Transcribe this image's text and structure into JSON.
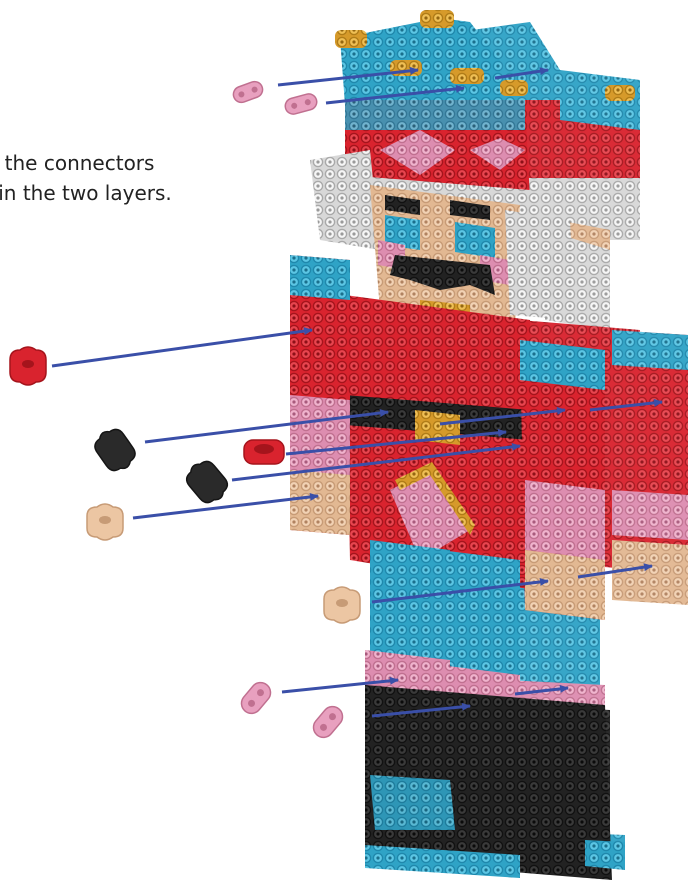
{
  "instruction": {
    "line1": "e the connectors",
    "line2": "oin the two layers."
  },
  "colors": {
    "red": "#d9232e",
    "red_dark": "#a5141c",
    "cyan": "#3bb6d8",
    "cyan_dark": "#1f88ac",
    "gold": "#e2aa3a",
    "pink": "#e8a0bf",
    "pink_dark": "#c07090",
    "tan": "#ecc6a3",
    "tan_dark": "#c79b76",
    "white": "#f2f2f2",
    "grey": "#cfcfcf",
    "black": "#2a2a2a",
    "black_dark": "#151515",
    "arrow": "#3a4fa8"
  },
  "connectors": [
    {
      "name": "connector-pink-top-1",
      "color": "pink"
    },
    {
      "name": "connector-pink-top-2",
      "color": "pink"
    },
    {
      "name": "connector-red-arm",
      "color": "red"
    },
    {
      "name": "connector-black-belt-1",
      "color": "black"
    },
    {
      "name": "connector-red-belt",
      "color": "red"
    },
    {
      "name": "connector-black-belt-2",
      "color": "black"
    },
    {
      "name": "connector-tan-hand",
      "color": "tan"
    },
    {
      "name": "connector-tan-leg",
      "color": "tan"
    },
    {
      "name": "connector-pink-boot-1",
      "color": "pink"
    },
    {
      "name": "connector-pink-boot-2",
      "color": "pink"
    }
  ]
}
